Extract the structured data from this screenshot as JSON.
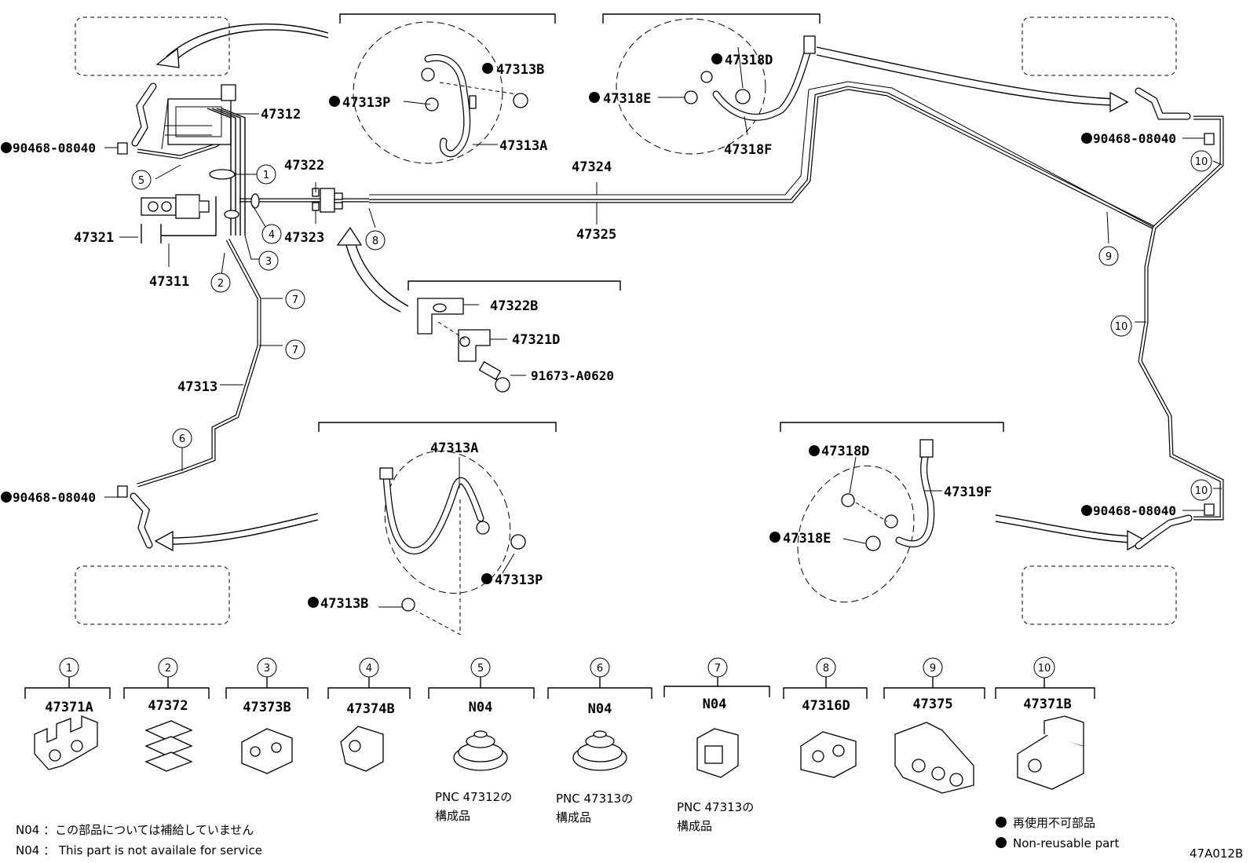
{
  "parts": {
    "p47312": "47312",
    "p47311": "47311",
    "p47321": "47321",
    "p47322": "47322",
    "p47323": "47323",
    "p47324": "47324",
    "p47325": "47325",
    "p47313": "47313",
    "p47313A_top": "47313A",
    "p47313B_top": "47313B",
    "p47313P_top": "47313P",
    "p47318D_top": "47318D",
    "p47318E_top": "47318E",
    "p47318F": "47318F",
    "p47322B": "47322B",
    "p47321D": "47321D",
    "p91673": "91673-A0620",
    "p47313A_bot": "47313A",
    "p47313B_bot": "47313B",
    "p47313P_bot": "47313P",
    "p47318D_bot": "47318D",
    "p47318E_bot": "47318E",
    "p47319F": "47319F",
    "plug_tl": "90468-08040",
    "plug_bl": "90468-08040",
    "plug_tr": "90468-08040",
    "plug_br": "90468-08040"
  },
  "callouts": {
    "c1": "1",
    "c2": "2",
    "c3": "3",
    "c4": "4",
    "c5": "5",
    "c6": "6",
    "c7a": "7",
    "c7b": "7",
    "c8": "8",
    "c9": "9",
    "c10a": "10",
    "c10b": "10",
    "c10c": "10"
  },
  "legend": [
    {
      "num": "1",
      "part": "47371A",
      "note1": "",
      "note2": ""
    },
    {
      "num": "2",
      "part": "47372",
      "note1": "",
      "note2": ""
    },
    {
      "num": "3",
      "part": "47373B",
      "note1": "",
      "note2": ""
    },
    {
      "num": "4",
      "part": "47374B",
      "note1": "",
      "note2": ""
    },
    {
      "num": "5",
      "part": "N04",
      "note1": "PNC 47312の",
      "note2": "構成品"
    },
    {
      "num": "6",
      "part": "N04",
      "note1": "PNC 47313の",
      "note2": "構成品"
    },
    {
      "num": "7",
      "part": "N04",
      "note1": "PNC 47313の",
      "note2": "構成品"
    },
    {
      "num": "8",
      "part": "47316D",
      "note1": "",
      "note2": ""
    },
    {
      "num": "9",
      "part": "47375",
      "note1": "",
      "note2": ""
    },
    {
      "num": "10",
      "part": "47371B",
      "note1": "",
      "note2": ""
    }
  ],
  "notes": {
    "n04_jp": "N04 ：この部品については補給していません",
    "n04_en": "N04 ： This part is not availale for service",
    "nonreuse_jp": "再使用不可部品",
    "nonreuse_en": "Non-reusable part",
    "diagram_code": "47A012B"
  }
}
